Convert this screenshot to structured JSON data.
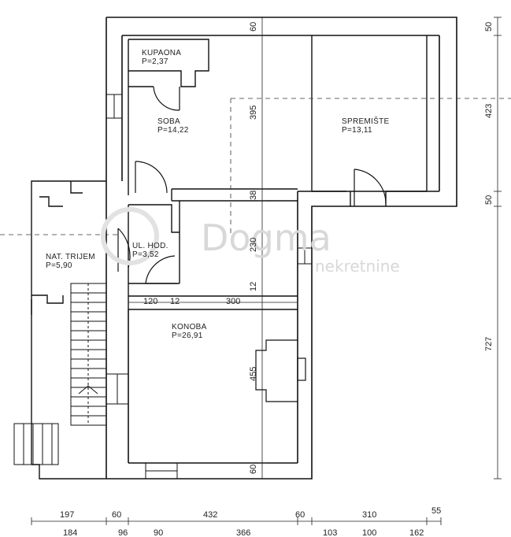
{
  "rooms": {
    "kupaona": {
      "name": "KUPAONA",
      "area": "P=2,37"
    },
    "soba": {
      "name": "SOBA",
      "area": "P=14,22"
    },
    "spremiste": {
      "name": "SPREMIŠTE",
      "area": "P=13,11"
    },
    "ul_hod": {
      "name": "UL. HOD.",
      "area": "P=3,52"
    },
    "nat_trijem": {
      "name": "NAT. TRIJEM",
      "area": "P=5,90"
    },
    "konoba": {
      "name": "KONOBA",
      "area": "P=26,91"
    }
  },
  "inner_dims": {
    "d60_top": "60",
    "d395": "395",
    "d38": "38",
    "d230": "230",
    "d12_v": "12",
    "d120": "120",
    "d12_h": "12",
    "d300": "300",
    "d455": "455",
    "d60_bottom": "60"
  },
  "right_dims": {
    "d50_top": "50",
    "d423": "423",
    "d50_mid": "50",
    "d727": "727"
  },
  "bottom_dims_row1": [
    "197",
    "60",
    "432",
    "60",
    "310",
    "55"
  ],
  "bottom_dims_row2": [
    "184",
    "96",
    "90",
    "366",
    "103",
    "100",
    "162"
  ],
  "watermark": {
    "brand": "Dogma",
    "sub": "nekretnine"
  }
}
